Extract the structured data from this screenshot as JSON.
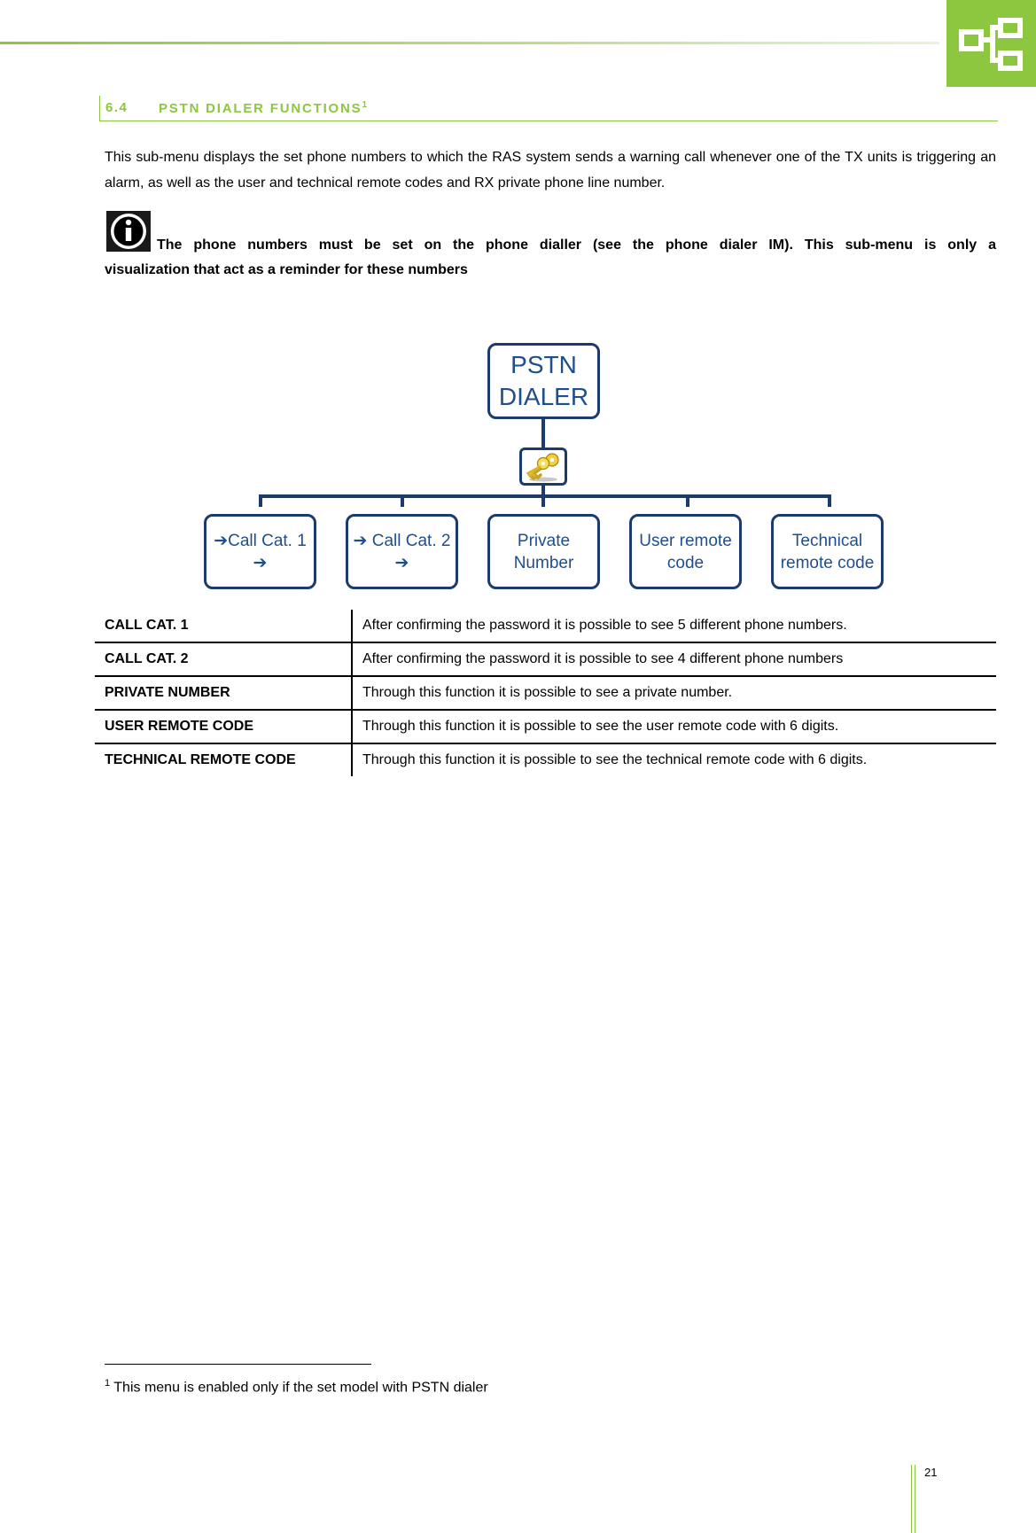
{
  "section": {
    "number": "6.4",
    "title": "PSTN DIALER FUNCTIONS",
    "footnote_ref": "1"
  },
  "intro": "This sub-menu displays the set phone numbers to which the RAS system sends a warning call whenever one of the TX units is triggering an alarm, as well as the user and technical remote codes and RX private phone line number.",
  "note": {
    "icon": "info-icon",
    "line1": "The phone numbers must be set on the phone dialler (see the phone dialer IM). This sub-menu is only a",
    "line2": "visualization that act as a reminder for these numbers"
  },
  "diagram": {
    "root": "PSTN DIALER",
    "password_icon": "keys-icon",
    "children": [
      {
        "label": "➔Call Cat. 1 ➔"
      },
      {
        "label": "➔ Call Cat. 2 ➔"
      },
      {
        "label": "Private Number"
      },
      {
        "label": "User remote code"
      },
      {
        "label": "Technical remote code"
      }
    ],
    "colors": {
      "border": "#1c3a6b",
      "text": "#1f4e8c"
    }
  },
  "table": {
    "rows": [
      {
        "name": "CALL CAT. 1",
        "description": "After confirming the password it is possible to see 5 different phone numbers."
      },
      {
        "name": "CALL CAT. 2",
        "description": "After confirming the password it is possible to see 4 different phone numbers"
      },
      {
        "name": "PRIVATE NUMBER",
        "description": "Through this function it is possible to see a private number."
      },
      {
        "name": "USER REMOTE CODE",
        "description": "Through this function it is possible to see the user remote code with 6 digits."
      },
      {
        "name": "TECHNICAL REMOTE CODE",
        "description": "Through this function it is possible to see the technical remote code with 6 digits."
      }
    ]
  },
  "footnote": {
    "marker": "1",
    "text": "This menu is enabled only if the set model with PSTN dialer"
  },
  "page_number": "21",
  "colors": {
    "accent": "#8dc63f"
  }
}
